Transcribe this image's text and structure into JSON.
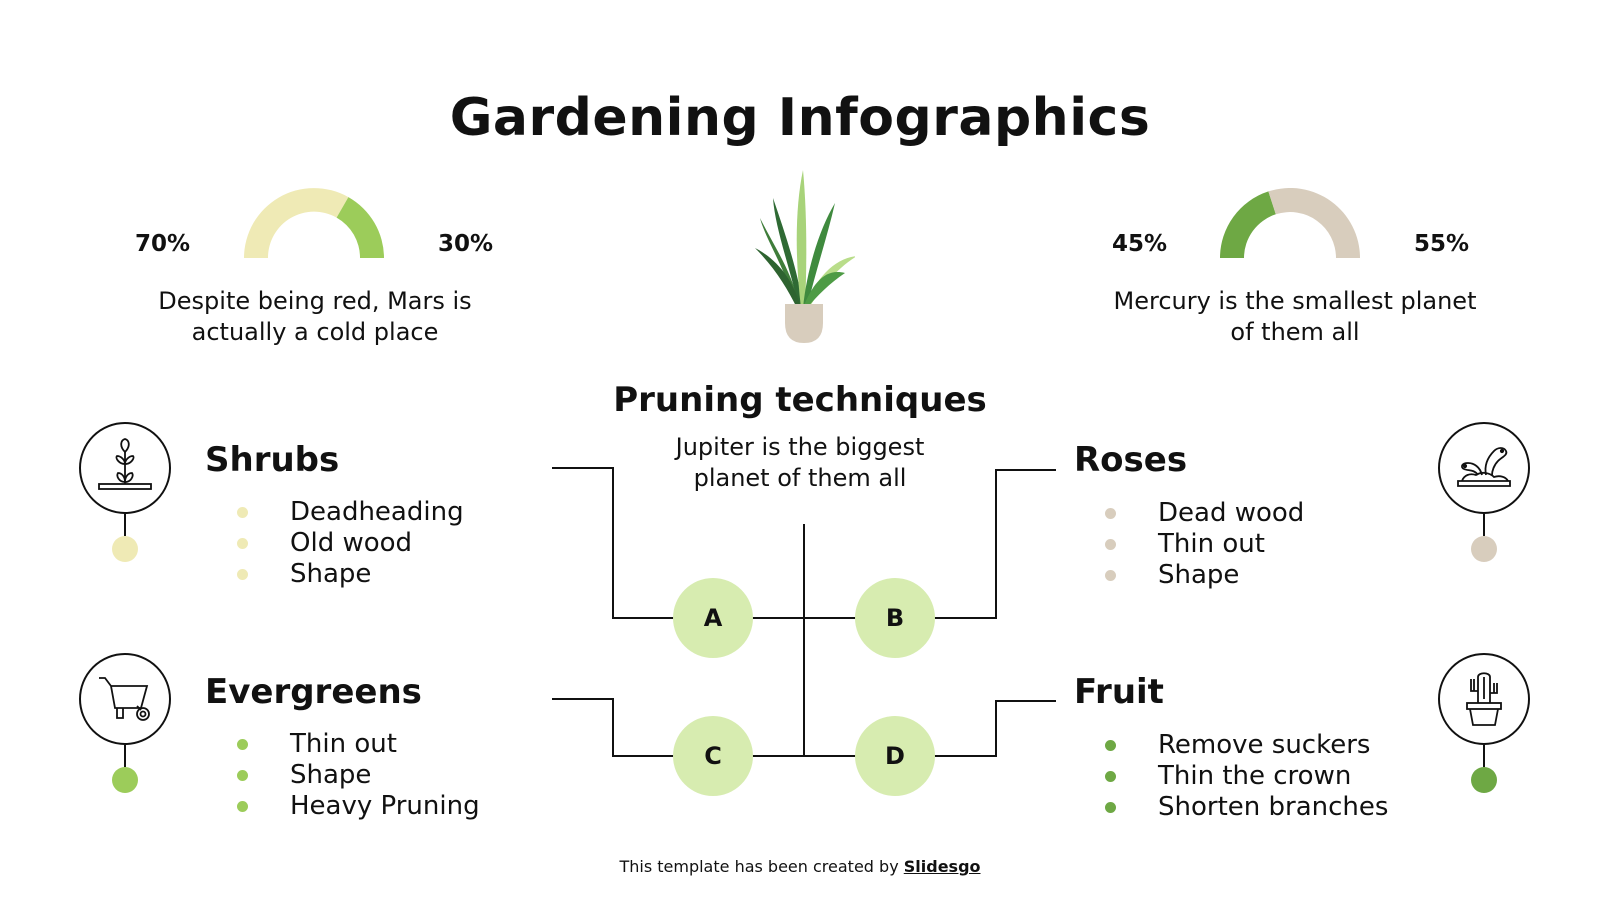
{
  "title": "Gardening Infographics",
  "gauges": [
    {
      "left_pct": "70%",
      "right_pct": "30%",
      "values": [
        70,
        30
      ],
      "colors": [
        "#efeab5",
        "#9ccc5a"
      ],
      "description_line1": "Despite being red, Mars is",
      "description_line2": "actually a cold place"
    },
    {
      "left_pct": "45%",
      "right_pct": "55%",
      "values": [
        45,
        55
      ],
      "colors": [
        "#6ea844",
        "#d8cdbd"
      ],
      "description_line1": "Mercury is the smallest planet",
      "description_line2": "of them all"
    }
  ],
  "center": {
    "title": "Pruning techniques",
    "description_line1": "Jupiter is the biggest",
    "description_line2": "planet of them all",
    "nodes": [
      "A",
      "B",
      "C",
      "D"
    ],
    "node_color": "#d7ecb0"
  },
  "sections": {
    "shrubs": {
      "title": "Shrubs",
      "icon": "plant-sprout-icon",
      "color": "#efeab5",
      "items": [
        "Deadheading",
        "Old wood",
        "Shape"
      ]
    },
    "evergreens": {
      "title": "Evergreens",
      "icon": "wheelbarrow-icon",
      "color": "#9ccc5a",
      "items": [
        "Thin out",
        "Shape",
        "Heavy Pruning"
      ]
    },
    "roses": {
      "title": "Roses",
      "icon": "earthworm-icon",
      "color": "#d8cdbd",
      "items": [
        "Dead wood",
        "Thin out",
        "Shape"
      ]
    },
    "fruit": {
      "title": "Fruit",
      "icon": "potted-cactus-icon",
      "color": "#6ea844",
      "items": [
        "Remove suckers",
        "Thin the crown",
        "Shorten branches"
      ]
    }
  },
  "footer": {
    "text": "This template has been created by ",
    "link": "Slidesgo"
  }
}
